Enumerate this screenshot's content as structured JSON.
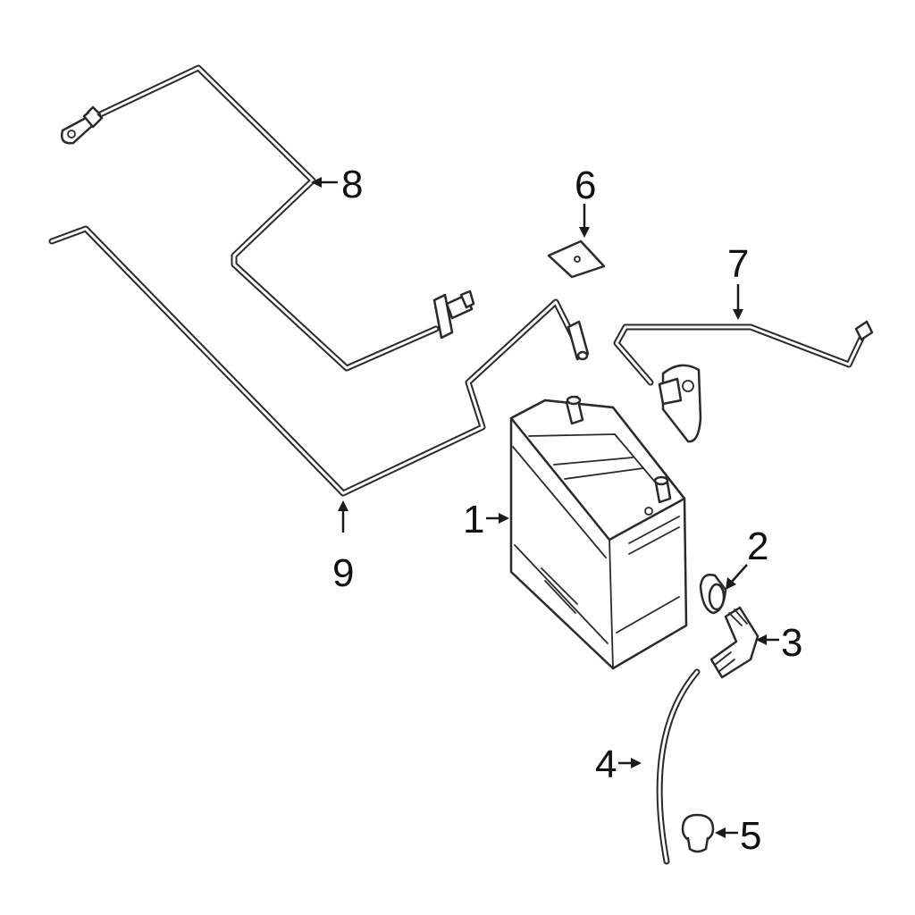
{
  "callouts": {
    "c1": "1",
    "c2": "2",
    "c3": "3",
    "c4": "4",
    "c5": "5",
    "c6": "6",
    "c7": "7",
    "c8": "8",
    "c9": "9"
  },
  "colors": {
    "line": "#2a2a2a",
    "background": "#ffffff"
  }
}
